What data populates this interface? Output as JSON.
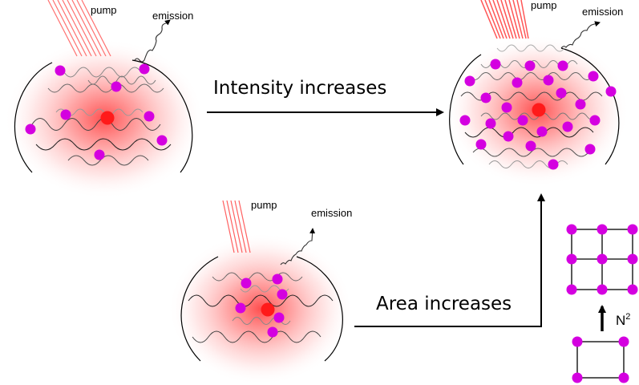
{
  "labels": {
    "pump": "pump",
    "emission": "emission",
    "intensity_increases": "Intensity increases",
    "area_increases": "Area increases",
    "n_squared_base": "N",
    "n_squared_exp": "2"
  },
  "colors": {
    "emitter": "#d400e0",
    "center": "#ff1a1a",
    "glow": "#ff4040",
    "pump_beam": "#ff6b6b",
    "line": "#000000",
    "photon_path": "#333333"
  }
}
